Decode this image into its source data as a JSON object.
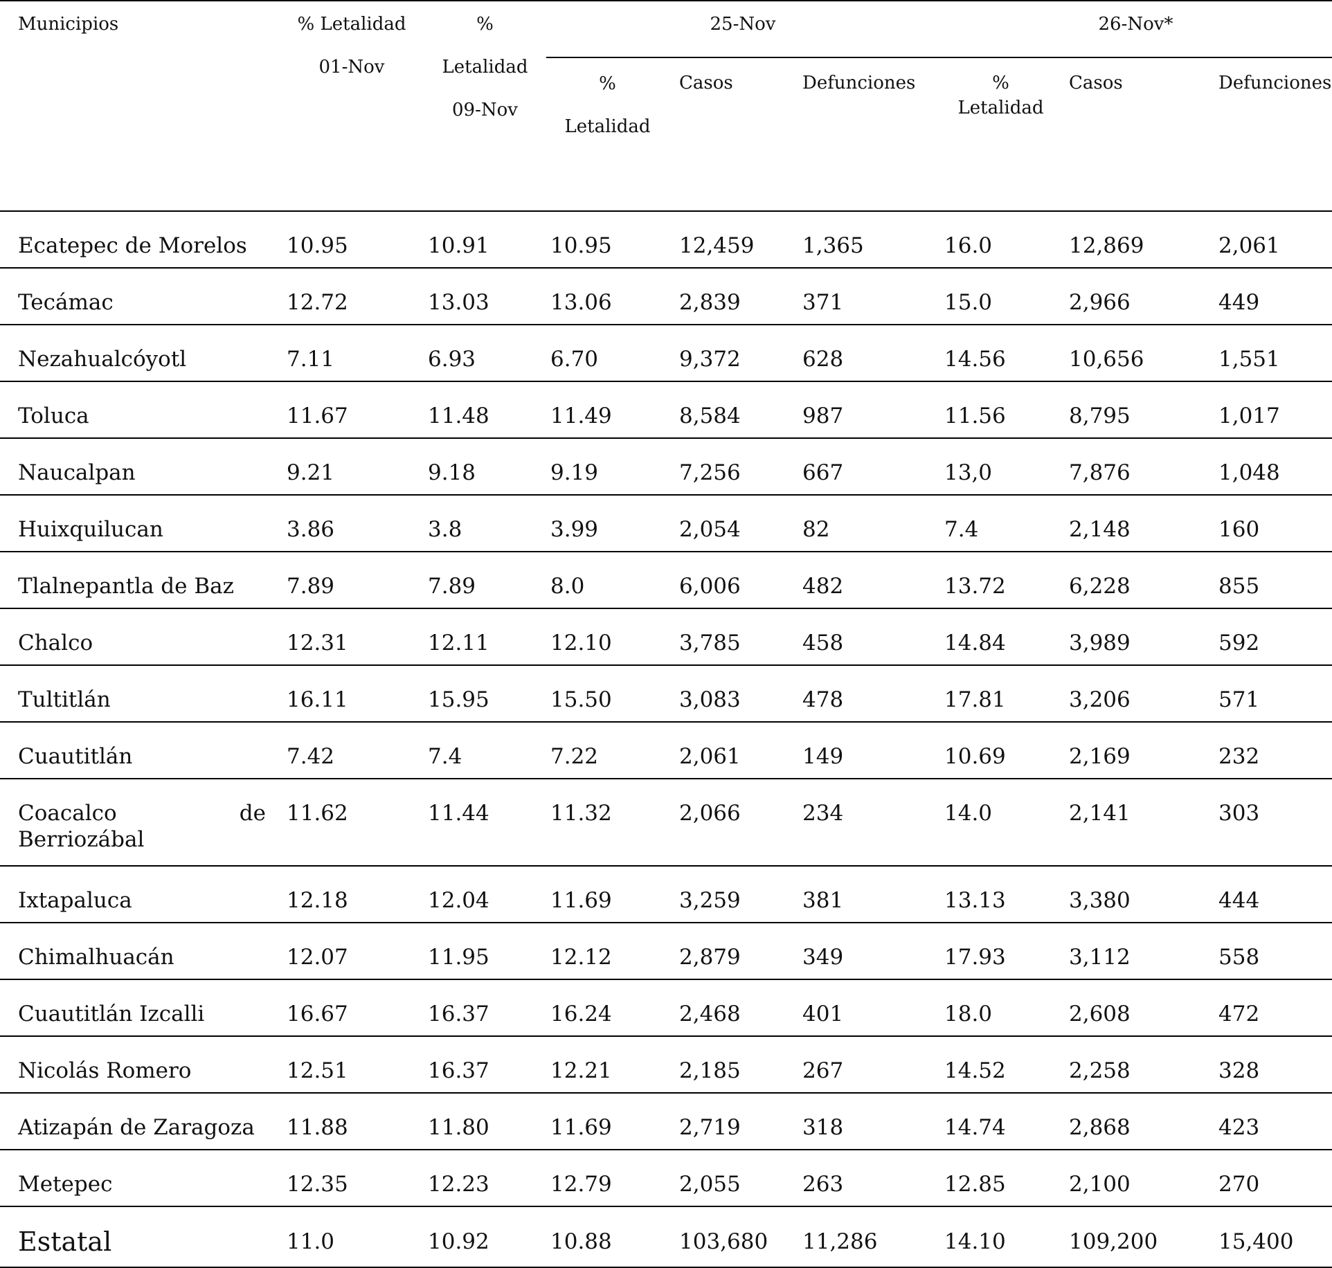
{
  "headers": {
    "municipios": "Municipios",
    "let01_line1": "% Letalidad",
    "let01_line2": "01-Nov",
    "let09_line1": "%",
    "let09_line2": "Letalidad",
    "let09_line3": "09-Nov",
    "group_25": "25-Nov",
    "group_26": "26-Nov*",
    "pct_25_line1": "%",
    "pct_25_line2": "Letalidad",
    "casos_25": "Casos",
    "def_25": "Defunciones",
    "pct_26_line1": "%",
    "pct_26_line2": "Letalidad",
    "casos_26": "Casos",
    "def_26": "Defunciones"
  },
  "rows": [
    {
      "municipio": "Ecatepec de Morelos",
      "let01": "10.95",
      "let09": "10.91",
      "let25": "10.95",
      "casos25": "12,459",
      "def25": "1,365",
      "let26": "16.0",
      "casos26": "12,869",
      "def26": "2,061"
    },
    {
      "municipio": "Tecámac",
      "let01": "12.72",
      "let09": "13.03",
      "let25": "13.06",
      "casos25": "2,839",
      "def25": "371",
      "let26": "15.0",
      "casos26": "2,966",
      "def26": "449"
    },
    {
      "municipio": "Nezahualcóyotl",
      "let01": "7.11",
      "let09": "6.93",
      "let25": "6.70",
      "casos25": "9,372",
      "def25": "628",
      "let26": "14.56",
      "casos26": "10,656",
      "def26": "1,551"
    },
    {
      "municipio": "Toluca",
      "let01": "11.67",
      "let09": "11.48",
      "let25": "11.49",
      "casos25": "8,584",
      "def25": "987",
      "let26": "11.56",
      "casos26": "8,795",
      "def26": "1,017"
    },
    {
      "municipio": "Naucalpan",
      "let01": "9.21",
      "let09": "9.18",
      "let25": "9.19",
      "casos25": "7,256",
      "def25": "667",
      "let26": "13,0",
      "casos26": "7,876",
      "def26": "1,048"
    },
    {
      "municipio": "Huixquilucan",
      "let01": "3.86",
      "let09": "3.8",
      "let25": "3.99",
      "casos25": "2,054",
      "def25": "82",
      "let26": "7.4",
      "casos26": "2,148",
      "def26": "160"
    },
    {
      "municipio": "Tlalnepantla de Baz",
      "let01": "7.89",
      "let09": "7.89",
      "let25": "8.0",
      "casos25": "6,006",
      "def25": "482",
      "let26": "13.72",
      "casos26": "6,228",
      "def26": "855"
    },
    {
      "municipio": "Chalco",
      "let01": "12.31",
      "let09": "12.11",
      "let25": "12.10",
      "casos25": "3,785",
      "def25": "458",
      "let26": "14.84",
      "casos26": "3,989",
      "def26": "592"
    },
    {
      "municipio": "Tultitlán",
      "let01": "16.11",
      "let09": "15.95",
      "let25": "15.50",
      "casos25": "3,083",
      "def25": "478",
      "let26": "17.81",
      "casos26": "3,206",
      "def26": "571"
    },
    {
      "municipio": "Cuautitlán",
      "let01": "7.42",
      "let09": "7.4",
      "let25": "7.22",
      "casos25": "2,061",
      "def25": "149",
      "let26": "10.69",
      "casos26": "2,169",
      "def26": "232"
    },
    {
      "municipio_line1": "Coacalco de",
      "municipio_line2": "Berriozábal",
      "let01": "11.62",
      "let09": "11.44",
      "let25": "11.32",
      "casos25": "2,066",
      "def25": "234",
      "let26": "14.0",
      "casos26": "2,141",
      "def26": "303"
    },
    {
      "municipio": "Ixtapaluca",
      "let01": "12.18",
      "let09": "12.04",
      "let25": "11.69",
      "casos25": "3,259",
      "def25": "381",
      "let26": "13.13",
      "casos26": "3,380",
      "def26": "444"
    },
    {
      "municipio": "Chimalhuacán",
      "let01": "12.07",
      "let09": "11.95",
      "let25": "12.12",
      "casos25": "2,879",
      "def25": "349",
      "let26": "17.93",
      "casos26": "3,112",
      "def26": "558"
    },
    {
      "municipio": "Cuautitlán Izcalli",
      "let01": "16.67",
      "let09": "16.37",
      "let25": "16.24",
      "casos25": "2,468",
      "def25": "401",
      "let26": "18.0",
      "casos26": "2,608",
      "def26": "472"
    },
    {
      "municipio": "Nicolás Romero",
      "let01": "12.51",
      "let09": "16.37",
      "let25": "12.21",
      "casos25": "2,185",
      "def25": "267",
      "let26": "14.52",
      "casos26": "2,258",
      "def26": "328"
    },
    {
      "municipio": "Atizapán de Zaragoza",
      "let01": "11.88",
      "let09": "11.80",
      "let25": "11.69",
      "casos25": "2,719",
      "def25": "318",
      "let26": "14.74",
      "casos26": "2,868",
      "def26": "423"
    },
    {
      "municipio": "Metepec",
      "let01": "12.35",
      "let09": "12.23",
      "let25": "12.79",
      "casos25": "2,055",
      "def25": "263",
      "let26": "12.85",
      "casos26": "2,100",
      "def26": "270"
    }
  ],
  "total": {
    "municipio": "Estatal",
    "let01": "11.0",
    "let09": "10.92",
    "let25": "10.88",
    "casos25": "103,680",
    "def25": "11,286",
    "let26": "14.10",
    "casos26": "109,200",
    "def26": "15,400"
  }
}
